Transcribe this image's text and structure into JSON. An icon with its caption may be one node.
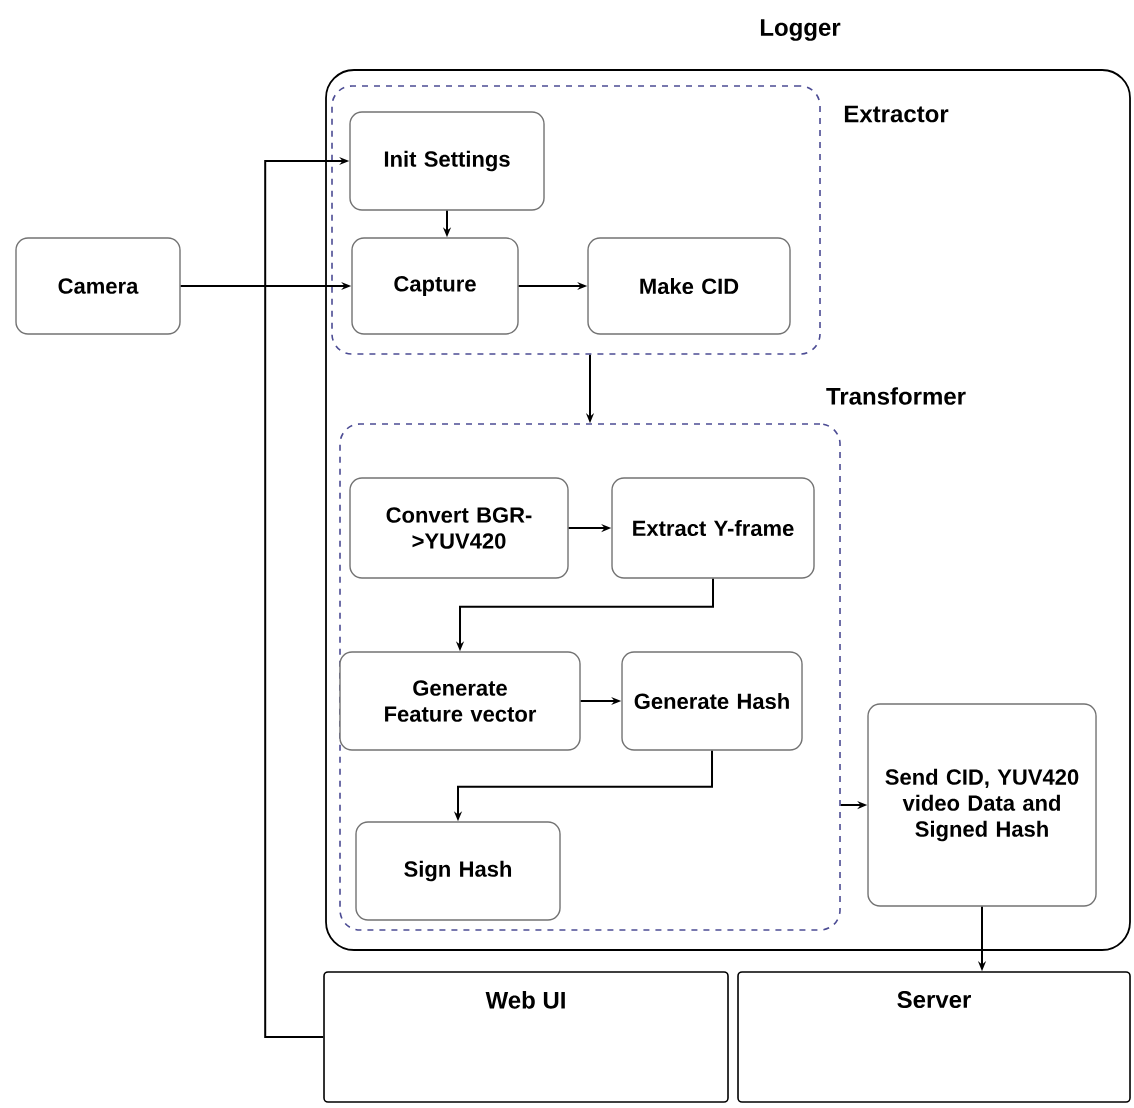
{
  "diagram": {
    "nodes": [
      {
        "text": [
          "Logger"
        ]
      },
      {
        "text": [
          "Extractor"
        ],
        "in": 0
      },
      {
        "text": [
          "Init Settings"
        ],
        "in": 1
      },
      {
        "text": [
          "Camera"
        ]
      },
      {
        "text": [
          "Capture"
        ],
        "in": 1
      },
      {
        "text": [
          "Make CID"
        ],
        "in": 1
      },
      {
        "text": [
          "Transformer"
        ],
        "in": 0
      },
      {
        "text": [
          "Convert BGR->YUV420"
        ],
        "in": 6
      },
      {
        "text": [
          "Extract Y-frame"
        ],
        "in": 6
      },
      {
        "text": [
          "Generate Feature vector"
        ],
        "in": 6
      },
      {
        "text": [
          "Generate Hash"
        ],
        "in": 6
      },
      {
        "text": [
          "Sign Hash"
        ],
        "in": 6
      },
      {
        "text": [
          "Send CID, YUV420 video Data and Signed Hash"
        ],
        "in": 0
      },
      {
        "text": [
          "Web UI"
        ]
      },
      {
        "text": [
          "Server"
        ]
      }
    ],
    "edges": [
      {
        "from": 3,
        "to": 4,
        "arrow": "to"
      },
      {
        "from": 13,
        "to": 2,
        "arrow": "to"
      },
      {
        "from": 2,
        "to": 4,
        "arrow": "to"
      },
      {
        "from": 4,
        "to": 5,
        "arrow": "to"
      },
      {
        "from": 1,
        "to": 6,
        "arrow": "to"
      },
      {
        "from": 7,
        "to": 8,
        "arrow": "to"
      },
      {
        "from": 8,
        "to": 9,
        "arrow": "to"
      },
      {
        "from": 9,
        "to": 10,
        "arrow": "to"
      },
      {
        "from": 10,
        "to": 11,
        "arrow": "to"
      },
      {
        "from": 6,
        "to": 12,
        "arrow": "to"
      },
      {
        "from": 12,
        "to": 14,
        "arrow": "to"
      }
    ]
  }
}
